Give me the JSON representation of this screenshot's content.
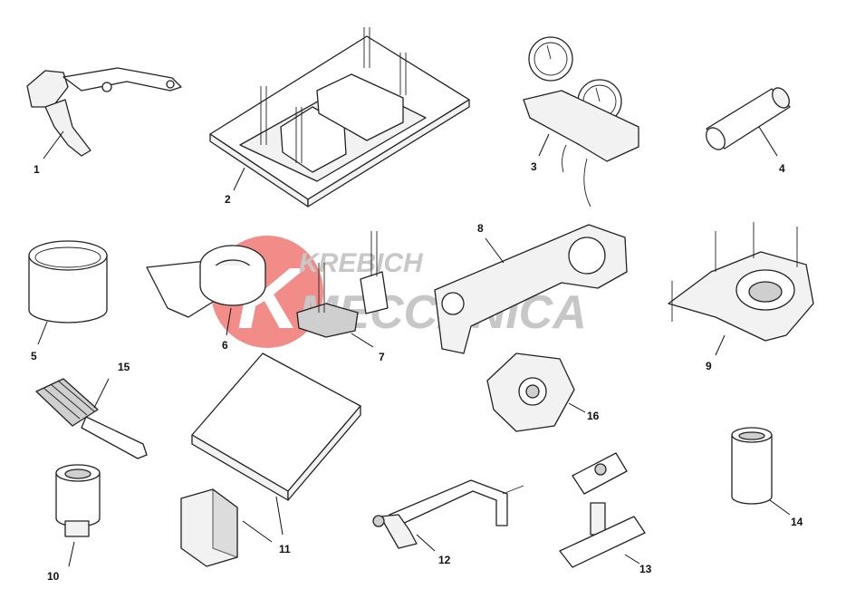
{
  "watermark": {
    "line1": "KREBICH",
    "line2": "MECCANICA",
    "logo_letter": "K",
    "logo_color": "#e8302a"
  },
  "callouts": [
    "1",
    "2",
    "3",
    "4",
    "5",
    "6",
    "7",
    "8",
    "9",
    "10",
    "11",
    "12",
    "13",
    "14",
    "15",
    "16"
  ]
}
